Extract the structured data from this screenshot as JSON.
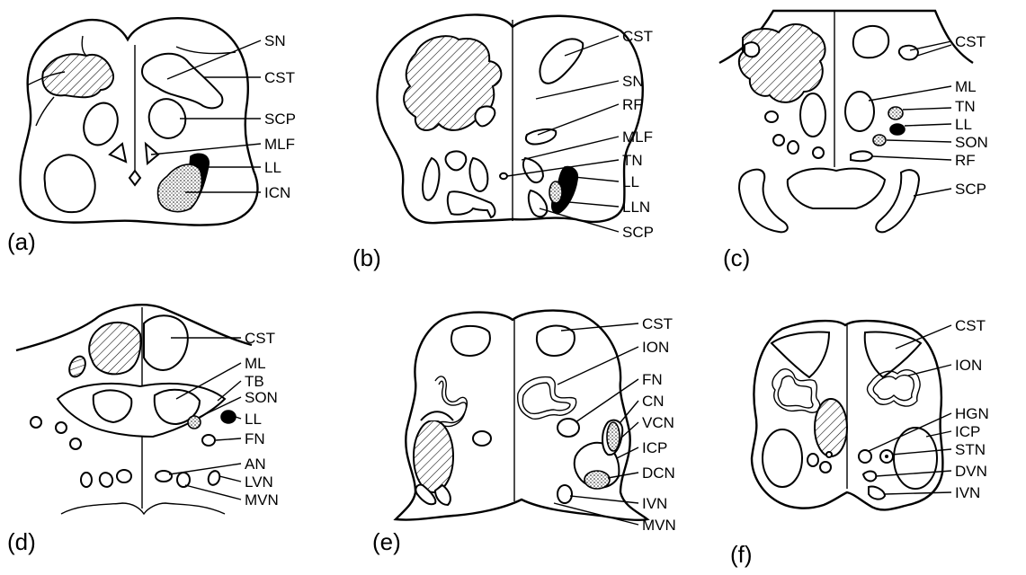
{
  "panels": [
    {
      "id": "a",
      "label": "(a)",
      "structures": [
        "SN",
        "CST",
        "SCP",
        "MLF",
        "LL",
        "ICN"
      ]
    },
    {
      "id": "b",
      "label": "(b)",
      "structures": [
        "CST",
        "SN",
        "RF",
        "MLF",
        "TN",
        "LL",
        "LLN",
        "SCP"
      ]
    },
    {
      "id": "c",
      "label": "(c)",
      "structures": [
        "CST",
        "ML",
        "TN",
        "LL",
        "SON",
        "RF",
        "SCP"
      ]
    },
    {
      "id": "d",
      "label": "(d)",
      "structures": [
        "CST",
        "ML",
        "TB",
        "SON",
        "LL",
        "FN",
        "AN",
        "LVN",
        "MVN"
      ]
    },
    {
      "id": "e",
      "label": "(e)",
      "structures": [
        "CST",
        "ION",
        "FN",
        "CN",
        "VCN",
        "ICP",
        "DCN",
        "IVN",
        "MVN"
      ]
    },
    {
      "id": "f",
      "label": "(f)",
      "structures": [
        "CST",
        "ION",
        "HGN",
        "ICP",
        "STN",
        "DVN",
        "IVN"
      ]
    }
  ]
}
